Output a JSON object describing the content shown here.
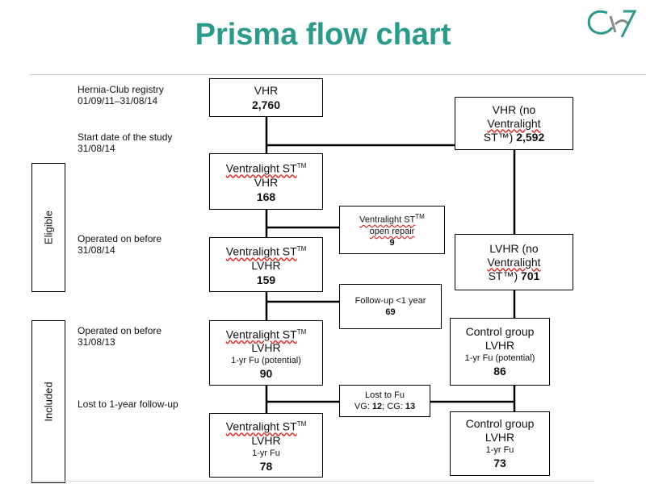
{
  "header": {
    "title": "Prisma flow chart"
  },
  "side_labels": {
    "eligible": "Eligible",
    "included": "Included"
  },
  "row_labels": {
    "registry_line1": "Hernia-Club registry",
    "registry_line2": "01/09/11–31/08/14",
    "start_line1": "Start date of the study",
    "start_line2": "31/08/14",
    "op14_line1": "Operated on before",
    "op14_line2": "31/08/14",
    "op13_line1": "Operated on before",
    "op13_line2": "31/08/13",
    "lost": "Lost to 1-year follow-up"
  },
  "boxes": {
    "vhr": {
      "label": "VHR",
      "value": "2,760"
    },
    "vhr_no_vl": {
      "line1": "VHR (no",
      "line2": "Ventralight",
      "line3_pre": "ST™)",
      "value": "2,592"
    },
    "vl_vhr": {
      "name": "Ventralight ST",
      "tm": "TM",
      "sub": "VHR",
      "value": "168"
    },
    "vl_open": {
      "name": "Ventralight ST",
      "tm": "TM",
      "sub": "open repair",
      "value": "9"
    },
    "vl_lvhr": {
      "name": "Ventralight ST",
      "tm": "TM",
      "sub": "LVHR",
      "value": "159"
    },
    "lvhr_no_vl": {
      "line1": "LVHR (no",
      "line2": "Ventralight",
      "line3_pre": "ST™)",
      "value": "701"
    },
    "fu_less": {
      "label": "Follow-up <1 year",
      "value": "69"
    },
    "vl_fu_pot": {
      "name": "Ventralight ST",
      "tm": "TM",
      "sub": "LVHR",
      "sub2": "1-yr Fu (potential)",
      "value": "90"
    },
    "cg_fu_pot": {
      "name": "Control group",
      "sub": "LVHR",
      "sub2": "1-yr Fu (potential)",
      "value": "86"
    },
    "lost_fu": {
      "label": "Lost to Fu",
      "vg_label": "VG:",
      "vg_value": "12",
      "cg_label": "; CG:",
      "cg_value": "13"
    },
    "vl_fu": {
      "name": "Ventralight ST",
      "tm": "TM",
      "sub": "LVHR",
      "sub2": "1-yr Fu",
      "value": "78"
    },
    "cg_fu": {
      "name": "Control group",
      "sub": "LVHR",
      "sub2": "1-yr Fu",
      "value": "73"
    }
  }
}
